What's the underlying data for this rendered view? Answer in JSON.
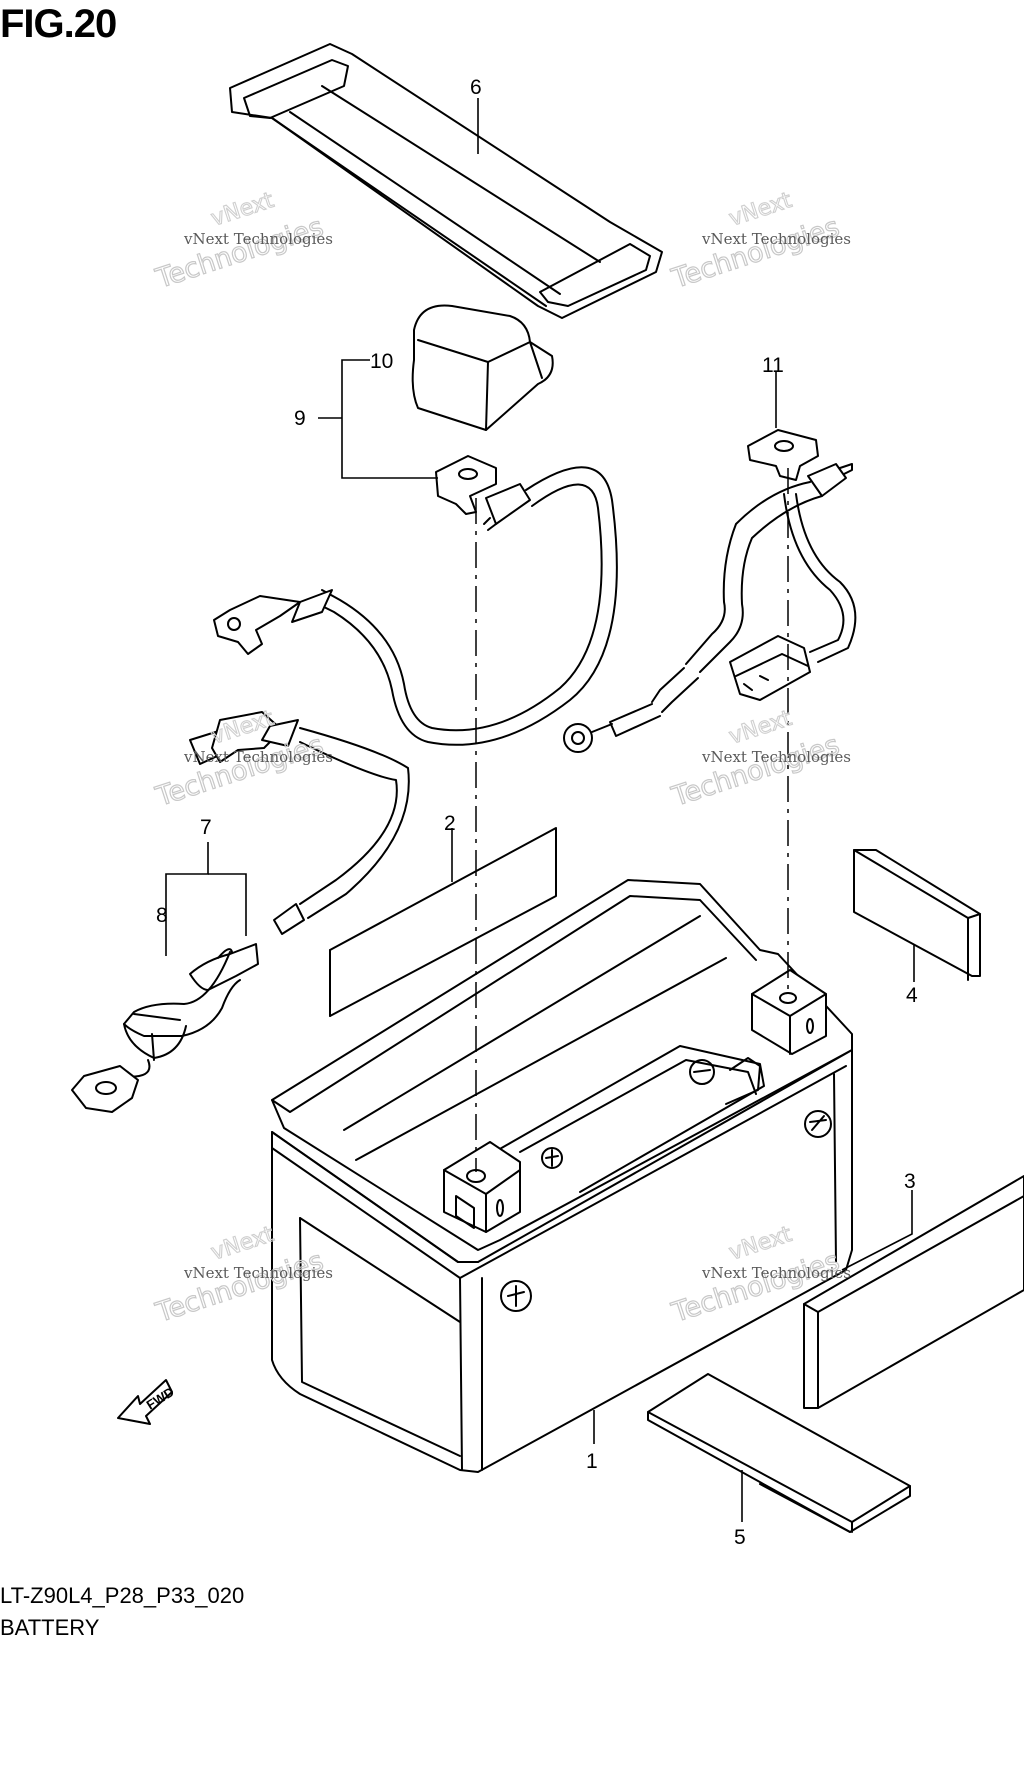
{
  "figure": {
    "title": "FIG.20",
    "code": "LT-Z90L4_P28_P33_020",
    "name": "BATTERY"
  },
  "callouts": {
    "c1": "1",
    "c2": "2",
    "c3": "3",
    "c4": "4",
    "c5": "5",
    "c6": "6",
    "c7": "7",
    "c8": "8",
    "c9": "9",
    "c10": "10",
    "c11": "11"
  },
  "direction_arrow": {
    "label": "FWD"
  },
  "watermark": {
    "company": "vNext Technologies",
    "brand_word_1": "vNext",
    "brand_word_2": "Technologies"
  }
}
